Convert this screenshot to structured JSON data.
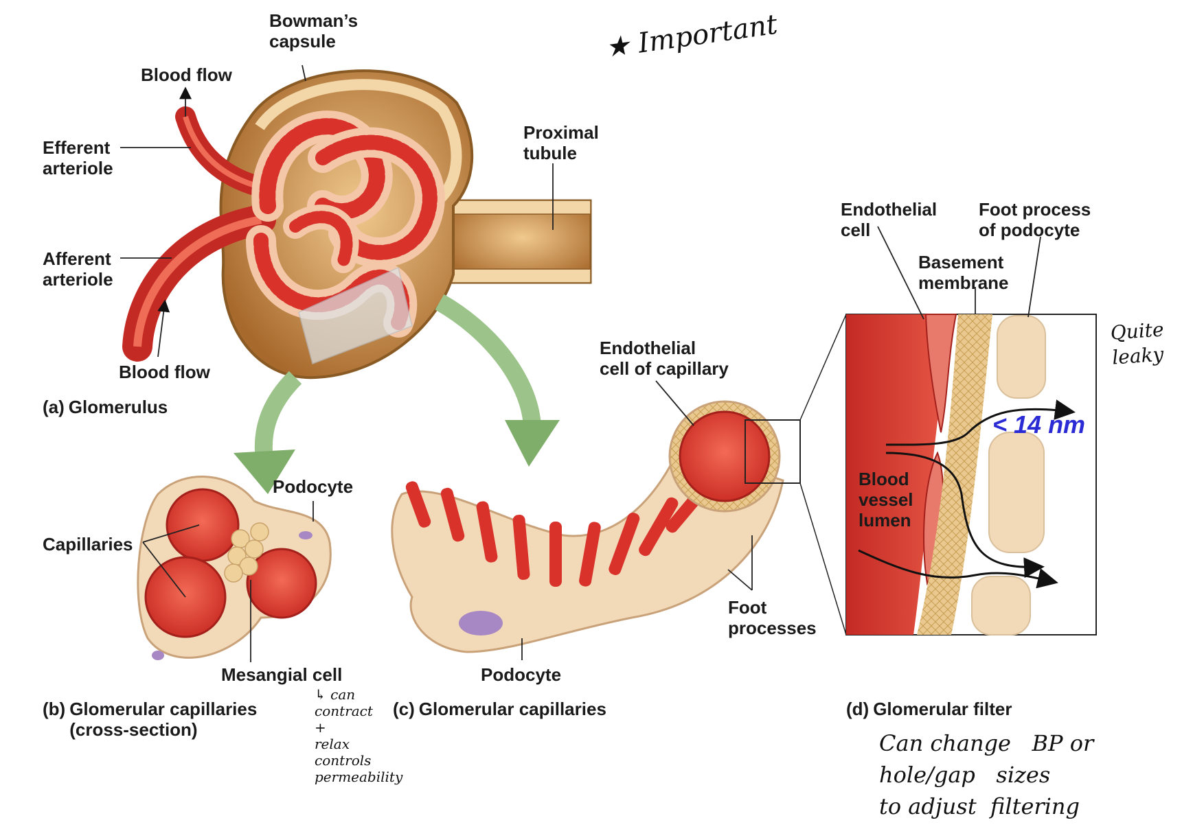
{
  "labels": {
    "bowmans_capsule": "Bowman’s\ncapsule",
    "blood_flow_top": "Blood flow",
    "efferent_arteriole": "Efferent\narteriole",
    "afferent_arteriole": "Afferent\narteriole",
    "blood_flow_bottom": "Blood flow",
    "proximal_tubule": "Proximal\ntubule",
    "podocyte_b": "Podocyte",
    "capillaries": "Capillaries",
    "mesangial_cell": "Mesangial cell",
    "endothelial_cell_of_capillary": "Endothelial\ncell of capillary",
    "podocyte_c": "Podocyte",
    "foot_processes": "Foot\nprocesses",
    "endothelial_cell": "Endothelial\ncell",
    "foot_process_of_podocyte": "Foot process\nof podocyte",
    "basement_membrane": "Basement\nmembrane",
    "blood_vessel_lumen": "Blood\nvessel\nlumen",
    "pore_size": "< 14 nm"
  },
  "captions": {
    "a_letter": "(a)",
    "a_text": "Glomerulus",
    "b_letter": "(b)",
    "b_text": "Glomerular capillaries\n(cross-section)",
    "c_letter": "(c)",
    "c_text": "Glomerular capillaries",
    "d_letter": "(d)",
    "d_text": "Glomerular filter"
  },
  "annotations": {
    "important": "★ Important",
    "quite_leaky": "Quite\nleaky",
    "mesangial_note": "↳ can\ncontract\n+\nrelax\ncontrols\npermeability",
    "filter_note": "Can change   BP or\nhole/gap   sizes\nto adjust  filtering"
  },
  "colors": {
    "blood_red": "#d8322a",
    "capsule_tan": "#c8893e",
    "podocyte_beige": "#f2d9b8",
    "arrow_green": "#7fae6a",
    "pore_label_blue": "#2b2bd6"
  }
}
